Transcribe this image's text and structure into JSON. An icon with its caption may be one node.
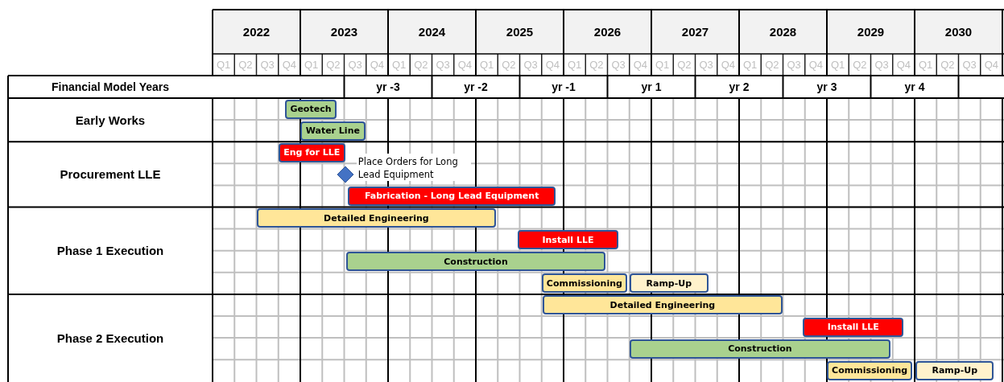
{
  "diagram": {
    "nodes": [
      {
        "text": [
          "Geotech"
        ]
      },
      {
        "text": [
          "Water Line"
        ]
      },
      {
        "text": [
          "Eng for LLE"
        ]
      },
      {
        "text": [],
        "shape": "diamond",
        "beside": [
          "Place Orders for Long Lead Equipment"
        ]
      },
      {
        "text": [
          "Fabrication - Long Lead Equipment"
        ]
      },
      {
        "text": [
          "Detailed Engineering"
        ]
      },
      {
        "text": [
          "Install LLE"
        ]
      },
      {
        "text": [
          "Construction"
        ]
      },
      {
        "text": [
          "Commissioning"
        ]
      },
      {
        "text": [
          "Ramp-Up"
        ]
      },
      {
        "text": [
          "Detailed Engineering"
        ]
      },
      {
        "text": [
          "Install LLE"
        ]
      },
      {
        "text": [
          "Construction"
        ]
      },
      {
        "text": [
          "Commissioning"
        ]
      },
      {
        "text": [
          "Ramp-Up"
        ]
      }
    ],
    "labels": [
      "2022",
      "2023",
      "2024",
      "2025",
      "2026",
      "2027",
      "2028",
      "2029",
      "2030",
      "Q1",
      "Q2",
      "Q3",
      "Q4",
      "Q1",
      "Q2",
      "Q3",
      "Q4",
      "Q1",
      "Q2",
      "Q3",
      "Q4",
      "Q1",
      "Q2",
      "Q3",
      "Q4",
      "Q1",
      "Q2",
      "Q3",
      "Q4",
      "Q1",
      "Q2",
      "Q3",
      "Q4",
      "Q1",
      "Q2",
      "Q3",
      "Q4",
      "Q1",
      "Q2",
      "Q3",
      "Q4",
      "Q1",
      "Q2",
      "Q3",
      "Q4",
      "Financial Model Years",
      "yr -3",
      "yr -2",
      "yr -1",
      "yr 1",
      "yr 2",
      "yr 3",
      "yr 4",
      "Early Works",
      "Procurement LLE",
      "Phase 1 Execution",
      "Phase 2 Execution"
    ]
  }
}
